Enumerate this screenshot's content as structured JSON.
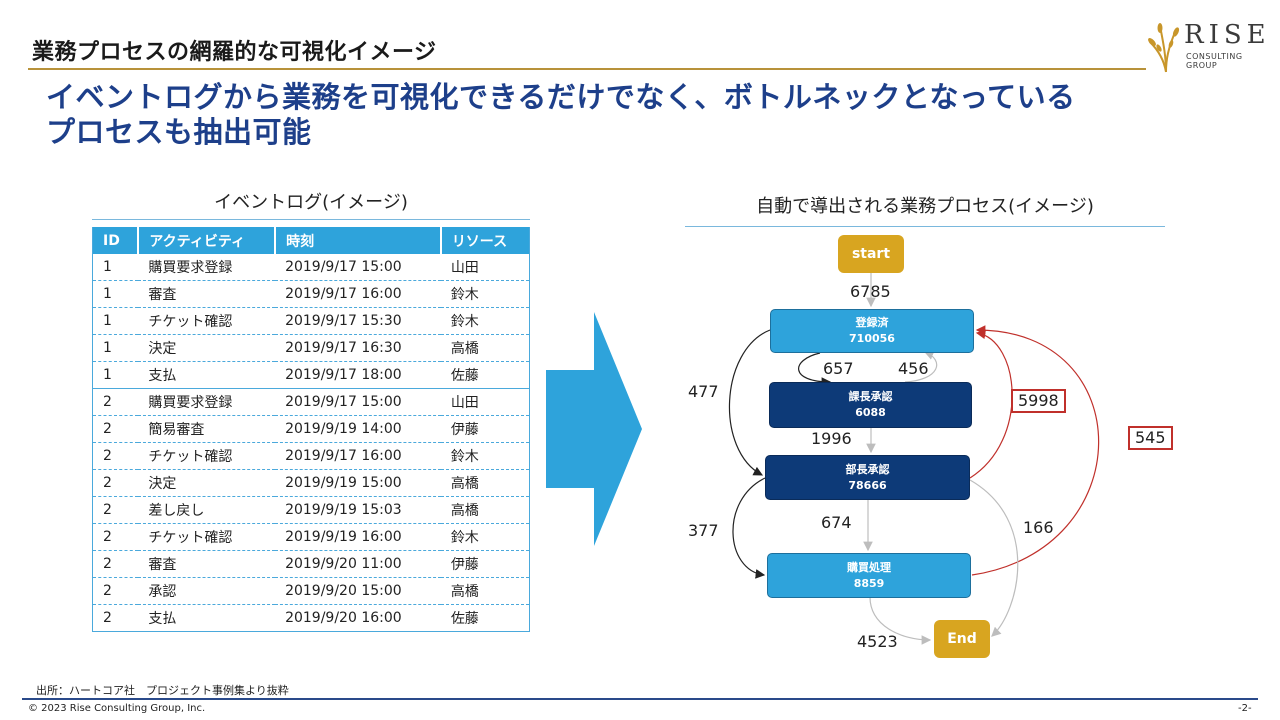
{
  "title": "業務プロセスの網羅的な可視化イメージ",
  "subtitle_line1": "イベントログから業務を可視化できるだけでなく、ボトルネックとなっている",
  "subtitle_line2": "プロセスも抽出可能",
  "logo": {
    "word": "RISE",
    "line1": "CONSULTING",
    "line2": "GROUP",
    "colors": {
      "gold": "#c8962a",
      "text": "#3b3b3b"
    }
  },
  "event_log": {
    "caption": "イベントログ(イメージ)",
    "headers": [
      "ID",
      "アクティビティ",
      "時刻",
      "リソース"
    ],
    "rows": [
      [
        "1",
        "購買要求登録",
        "2019/9/17 15:00",
        "山田"
      ],
      [
        "1",
        "審査",
        "2019/9/17 16:00",
        "鈴木"
      ],
      [
        "1",
        "チケット確認",
        "2019/9/17 15:30",
        "鈴木"
      ],
      [
        "1",
        "決定",
        "2019/9/17 16:30",
        "高橋"
      ],
      [
        "1",
        "支払",
        "2019/9/17 18:00",
        "佐藤"
      ],
      [
        "2",
        "購買要求登録",
        "2019/9/17 15:00",
        "山田"
      ],
      [
        "2",
        "簡易審査",
        "2019/9/19 14:00",
        "伊藤"
      ],
      [
        "2",
        "チケット確認",
        "2019/9/17 16:00",
        "鈴木"
      ],
      [
        "2",
        "決定",
        "2019/9/19 15:00",
        "高橋"
      ],
      [
        "2",
        "差し戻し",
        "2019/9/19 15:03",
        "高橋"
      ],
      [
        "2",
        "チケット確認",
        "2019/9/19 16:00",
        "鈴木"
      ],
      [
        "2",
        "審査",
        "2019/9/20 11:00",
        "伊藤"
      ],
      [
        "2",
        "承認",
        "2019/9/20 15:00",
        "高橋"
      ],
      [
        "2",
        "支払",
        "2019/9/20 16:00",
        "佐藤"
      ]
    ]
  },
  "process": {
    "caption": "自動で導出される業務プロセス(イメージ)",
    "nodes": {
      "start": {
        "label": "start"
      },
      "registered": {
        "label": "登録済",
        "count": "710056"
      },
      "section_approval": {
        "label": "課長承認",
        "count": "6088"
      },
      "dept_approval": {
        "label": "部長承認",
        "count": "78666"
      },
      "purchase": {
        "label": "購買処理",
        "count": "8859"
      },
      "end": {
        "label": "End"
      }
    },
    "edges": {
      "start_to_registered": "6785",
      "registered_to_section": "657",
      "section_to_registered": "456",
      "registered_to_dept": "477",
      "section_to_dept": "1996",
      "dept_to_registered": "5998",
      "purchase_to_registered": "545",
      "dept_to_purchase": "674",
      "dept_to_dept_loop": "377",
      "dept_to_end": "166",
      "purchase_to_end": "4523"
    },
    "colors": {
      "light_node": "#2ea3db",
      "dark_node": "#0d3a78",
      "gold_node": "#d8a520",
      "bottleneck": "#c0302b"
    }
  },
  "footer": {
    "source": "出所：ハートコア社　プロジェクト事例集より抜粋",
    "copyright": "© 2023 Rise Consulting Group, Inc.",
    "page": "-2-"
  }
}
